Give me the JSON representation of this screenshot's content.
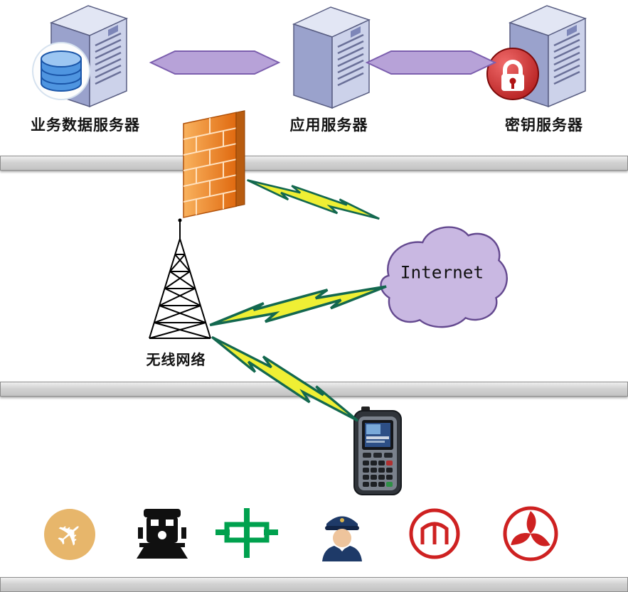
{
  "diagram": {
    "servers": [
      {
        "name": "business-data-server",
        "label": "业务数据服务器",
        "icon": "database-cylinder-icon"
      },
      {
        "name": "application-server",
        "label": "应用服务器",
        "icon": "server-tower-icon"
      },
      {
        "name": "key-server",
        "label": "密钥服务器",
        "icon": "red-lock-icon"
      }
    ],
    "firewall": {
      "name": "firewall",
      "icon": "brick-wall-icon"
    },
    "wireless_network": {
      "label": "无线网络",
      "icon": "radio-tower-icon"
    },
    "internet_cloud": {
      "label": "Internet",
      "icon": "cloud-icon"
    },
    "terminal": {
      "name": "handheld-pos-terminal",
      "icon": "handheld-terminal-icon"
    },
    "links": [
      {
        "name": "server-link-left",
        "type": "double-arrow"
      },
      {
        "name": "server-link-right",
        "type": "double-arrow"
      },
      {
        "name": "firewall-to-internet",
        "type": "lightning-bolt"
      },
      {
        "name": "internet-to-tower",
        "type": "lightning-bolt"
      },
      {
        "name": "tower-to-terminal",
        "type": "lightning-bolt"
      }
    ],
    "industry_icons": [
      {
        "name": "airline-icon",
        "glyph": "✈"
      },
      {
        "name": "railway-icon"
      },
      {
        "name": "china-post-icon"
      },
      {
        "name": "customs-officer-icon"
      },
      {
        "name": "social-security-icon"
      },
      {
        "name": "taxation-icon"
      }
    ],
    "colors": {
      "server_body": "#ccd2ea",
      "link_arrow": "#b7a2d8",
      "bus_bar": "#d3d3d3",
      "firewall_orange": "#ef7f1f",
      "lightning_yellow": "#efef34",
      "lightning_outline": "#13684f",
      "cloud_lavender": "#c9b8e2",
      "lock_red": "#c01818",
      "database_blue": "#4f95e0",
      "post_green": "#00a14e",
      "emblem_red": "#ce2121"
    }
  }
}
